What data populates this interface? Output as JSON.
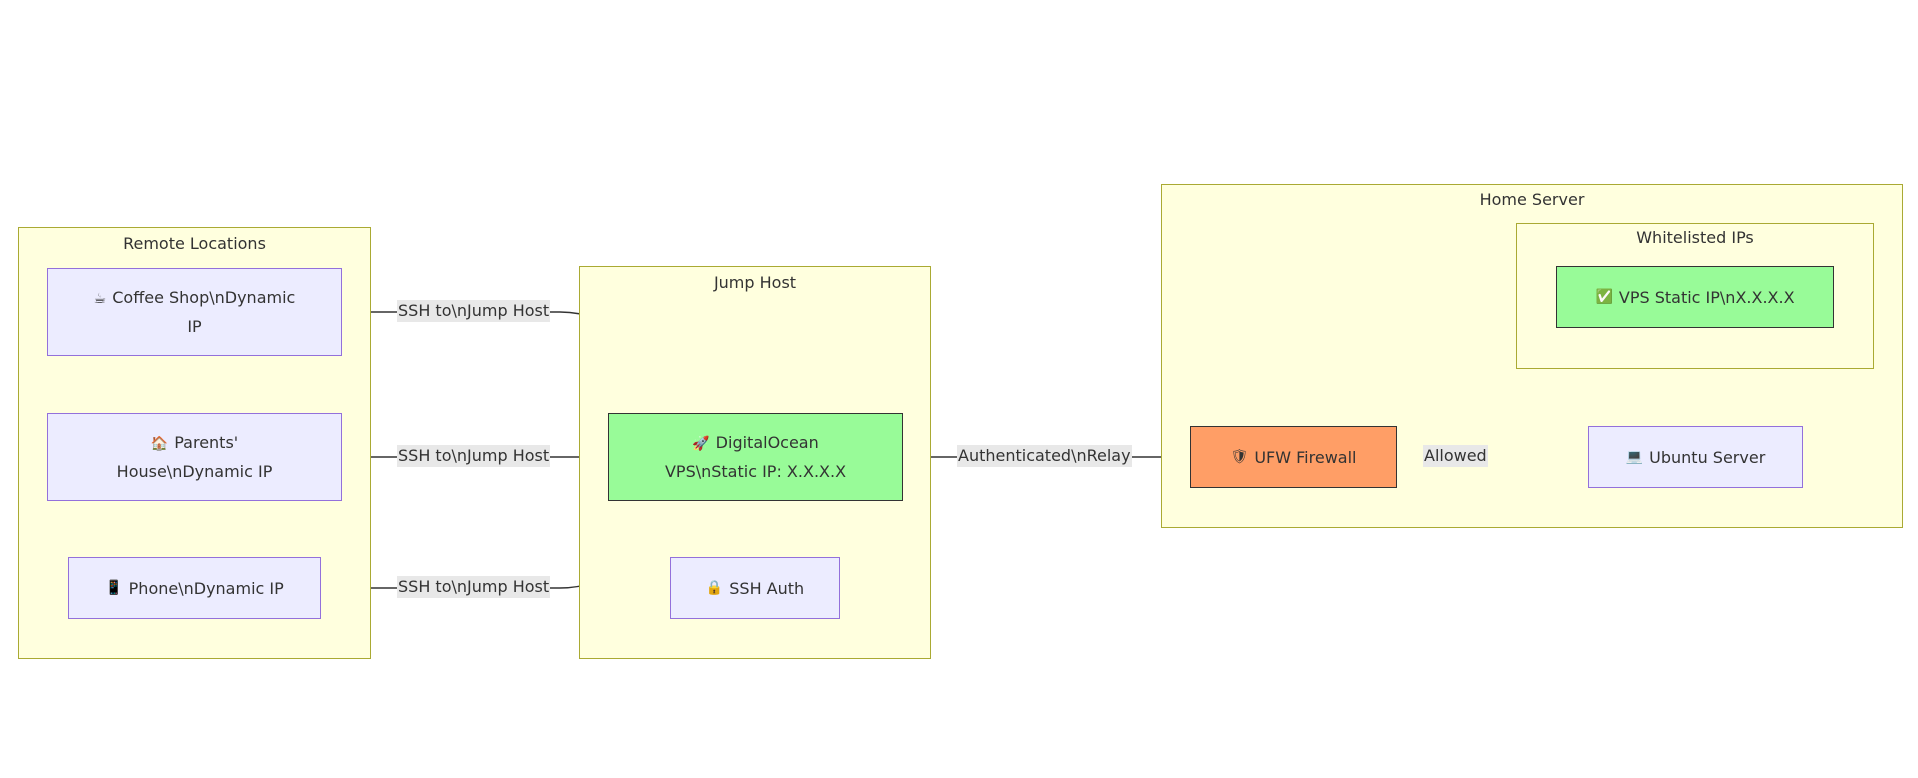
{
  "clusters": {
    "remote": "Remote Locations",
    "jump": "Jump Host",
    "home": "Home Server",
    "whitelist": "Whitelisted IPs"
  },
  "nodes": {
    "coffee": {
      "icon": "☕",
      "line1": "Coffee Shop\\nDynamic",
      "line2": "IP"
    },
    "parents": {
      "icon": "🏠",
      "line1": "Parents'",
      "line2": "House\\nDynamic IP"
    },
    "phone": {
      "icon": "📱",
      "label": "Phone\\nDynamic IP"
    },
    "droplet": {
      "icon": "🚀",
      "line1": "DigitalOcean",
      "line2": "VPS\\nStatic IP: X.X.X.X"
    },
    "sshauth": {
      "icon": "🔒",
      "label": "SSH Auth"
    },
    "vpsip": {
      "icon": "✅",
      "label": "VPS Static IP\\nX.X.X.X"
    },
    "ufw": {
      "icon": "🛡",
      "label": "UFW Firewall"
    },
    "ubuntu": {
      "icon": "💻",
      "label": "Ubuntu Server"
    }
  },
  "edges": {
    "coffee_to_vps": "SSH to\\nJump Host",
    "parents_to_vps": "SSH to\\nJump Host",
    "phone_to_vps": "SSH to\\nJump Host",
    "vps_to_ufw": "Authenticated\\nRelay",
    "ufw_to_ubuntu": "Allowed"
  },
  "colors": {
    "cluster_fill": "#ffffde",
    "cluster_border": "#aaaa33",
    "node_fill": "#ececff",
    "node_border": "#9370db",
    "green": "#98fb98",
    "orange": "#ff9e66"
  }
}
